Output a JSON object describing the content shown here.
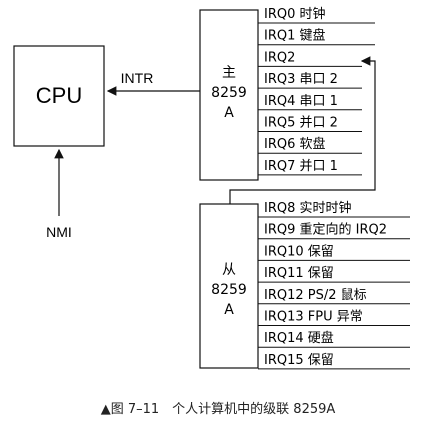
{
  "cpu_label": "CPU",
  "intr_label": "INTR",
  "nmi_label": "NMI",
  "master": {
    "line1": "主",
    "line2": "8259",
    "line3": "A",
    "irqs": [
      "IRQ0 时钟",
      "IRQ1 键盘",
      "IRQ2",
      "IRQ3 串口 2",
      "IRQ4 串口 1",
      "IRQ5 并口 2",
      "IRQ6 软盘",
      "IRQ7 并口 1"
    ]
  },
  "slave": {
    "line1": "从",
    "line2": "8259",
    "line3": "A",
    "irqs": [
      "IRQ8 实时时钟",
      "IRQ9 重定向的 IRQ2",
      "IRQ10 保留",
      "IRQ11 保留",
      "IRQ12 PS/2 鼠标",
      "IRQ13 FPU 异常",
      "IRQ14 硬盘",
      "IRQ15 保留"
    ]
  },
  "caption": "▲图 7–11　个人计算机中的级联 8259A"
}
